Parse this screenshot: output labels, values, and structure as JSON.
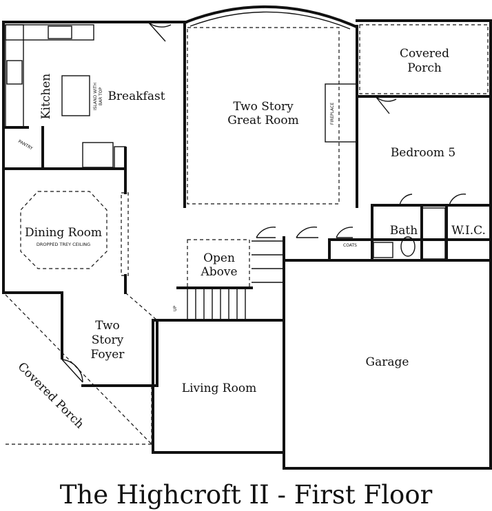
{
  "title": "The Highcroft II - First Floor",
  "rooms": {
    "kitchen": "Kitchen",
    "breakfast": "Breakfast",
    "great_room_1": "Two Story",
    "great_room_2": "Great Room",
    "covered_porch_top_1": "Covered",
    "covered_porch_top_2": "Porch",
    "bedroom": "Bedroom 5",
    "dining": "Dining Room",
    "dining_note": "DROPPED TREY CEILING",
    "open_above_1": "Open",
    "open_above_2": "Above",
    "bath": "Bath",
    "wic": "W.I.C.",
    "foyer_1": "Two",
    "foyer_2": "Story",
    "foyer_3": "Foyer",
    "garage": "Garage",
    "living": "Living Room",
    "covered_porch_left": "Covered Porch"
  },
  "labels": {
    "pantry": "PANTRY",
    "island_1": "ISLAND WITH",
    "island_2": "BAR TOP",
    "fireplace": "FIREPLACE",
    "coats": "COATS",
    "up": "UP"
  }
}
